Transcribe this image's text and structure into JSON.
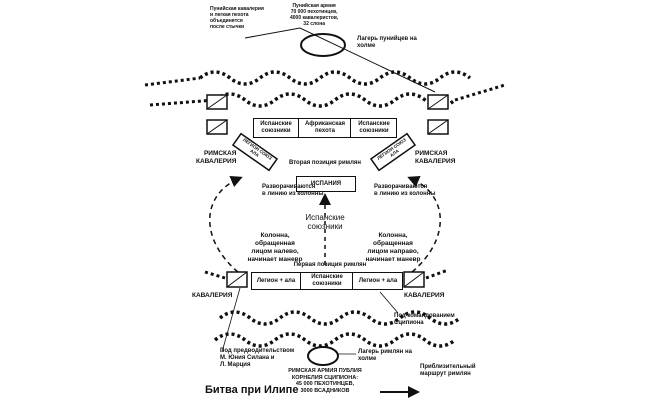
{
  "top": {
    "punic_cavalry_note": "Пунийская кавалерия\nи легкая пехота\nобъединятся\nпосле стычки",
    "punic_army": "Пунийская армия\n70 000 пехотинцев,\n4000 кавалеристов,\n32 слона",
    "punic_camp": "Лагерь пунийцев на\nхолме"
  },
  "punic_line": {
    "left": "Испанские\nсоюзники",
    "center": "Африканская\nпехота",
    "right": "Испанские\nсоюзники"
  },
  "roman_cavalry": "РИМСКАЯ\nКАВАЛЕРИЯ",
  "legion_left": "ЛЕГИОН СОЮЗ\nАЛА",
  "legion_right": "ЛЕГИОН СОЮЗ\nАЛА",
  "second_position": "Вторая позиция римлян",
  "spain_box": "ИСПАНИЯ",
  "deploy_left": "Разворачиваются\nв линию из колонны",
  "deploy_right": "Разворачиваются\nв линию из колонны",
  "spanish_allies": "Испанские\nсоюзники",
  "column_left": "Колонна,\nобращенная\nлицом налево,\nначинает маневр",
  "column_right": "Колонна,\nобращенная\nлицом направо,\nначинает маневр",
  "first_position": "Первая позиция римлян",
  "roman_line": {
    "left": "Легион + ала",
    "center": "Испанские\nсоюзники",
    "right": "Легион + ала"
  },
  "cavalry_label": "КАВАЛЕРИЯ",
  "scipio_command": "Под командованием\nСципиона",
  "silanus_command": "Под предводительством\nМ. Юния Силана и\nЛ. Марция",
  "roman_camp": "Лагерь римлян на\nхолме",
  "roman_army": "РИМСКАЯ АРМИЯ ПУБЛИЯ\nКОРНЕЛИЯ СЦИПИОНА:\n45 000 ПЕХОТИНЦЕВ,\n3000 ВСАДНИКОВ",
  "legend_route": "Приблизительный\nмаршрут римлян",
  "title": "Битва при Илипе"
}
